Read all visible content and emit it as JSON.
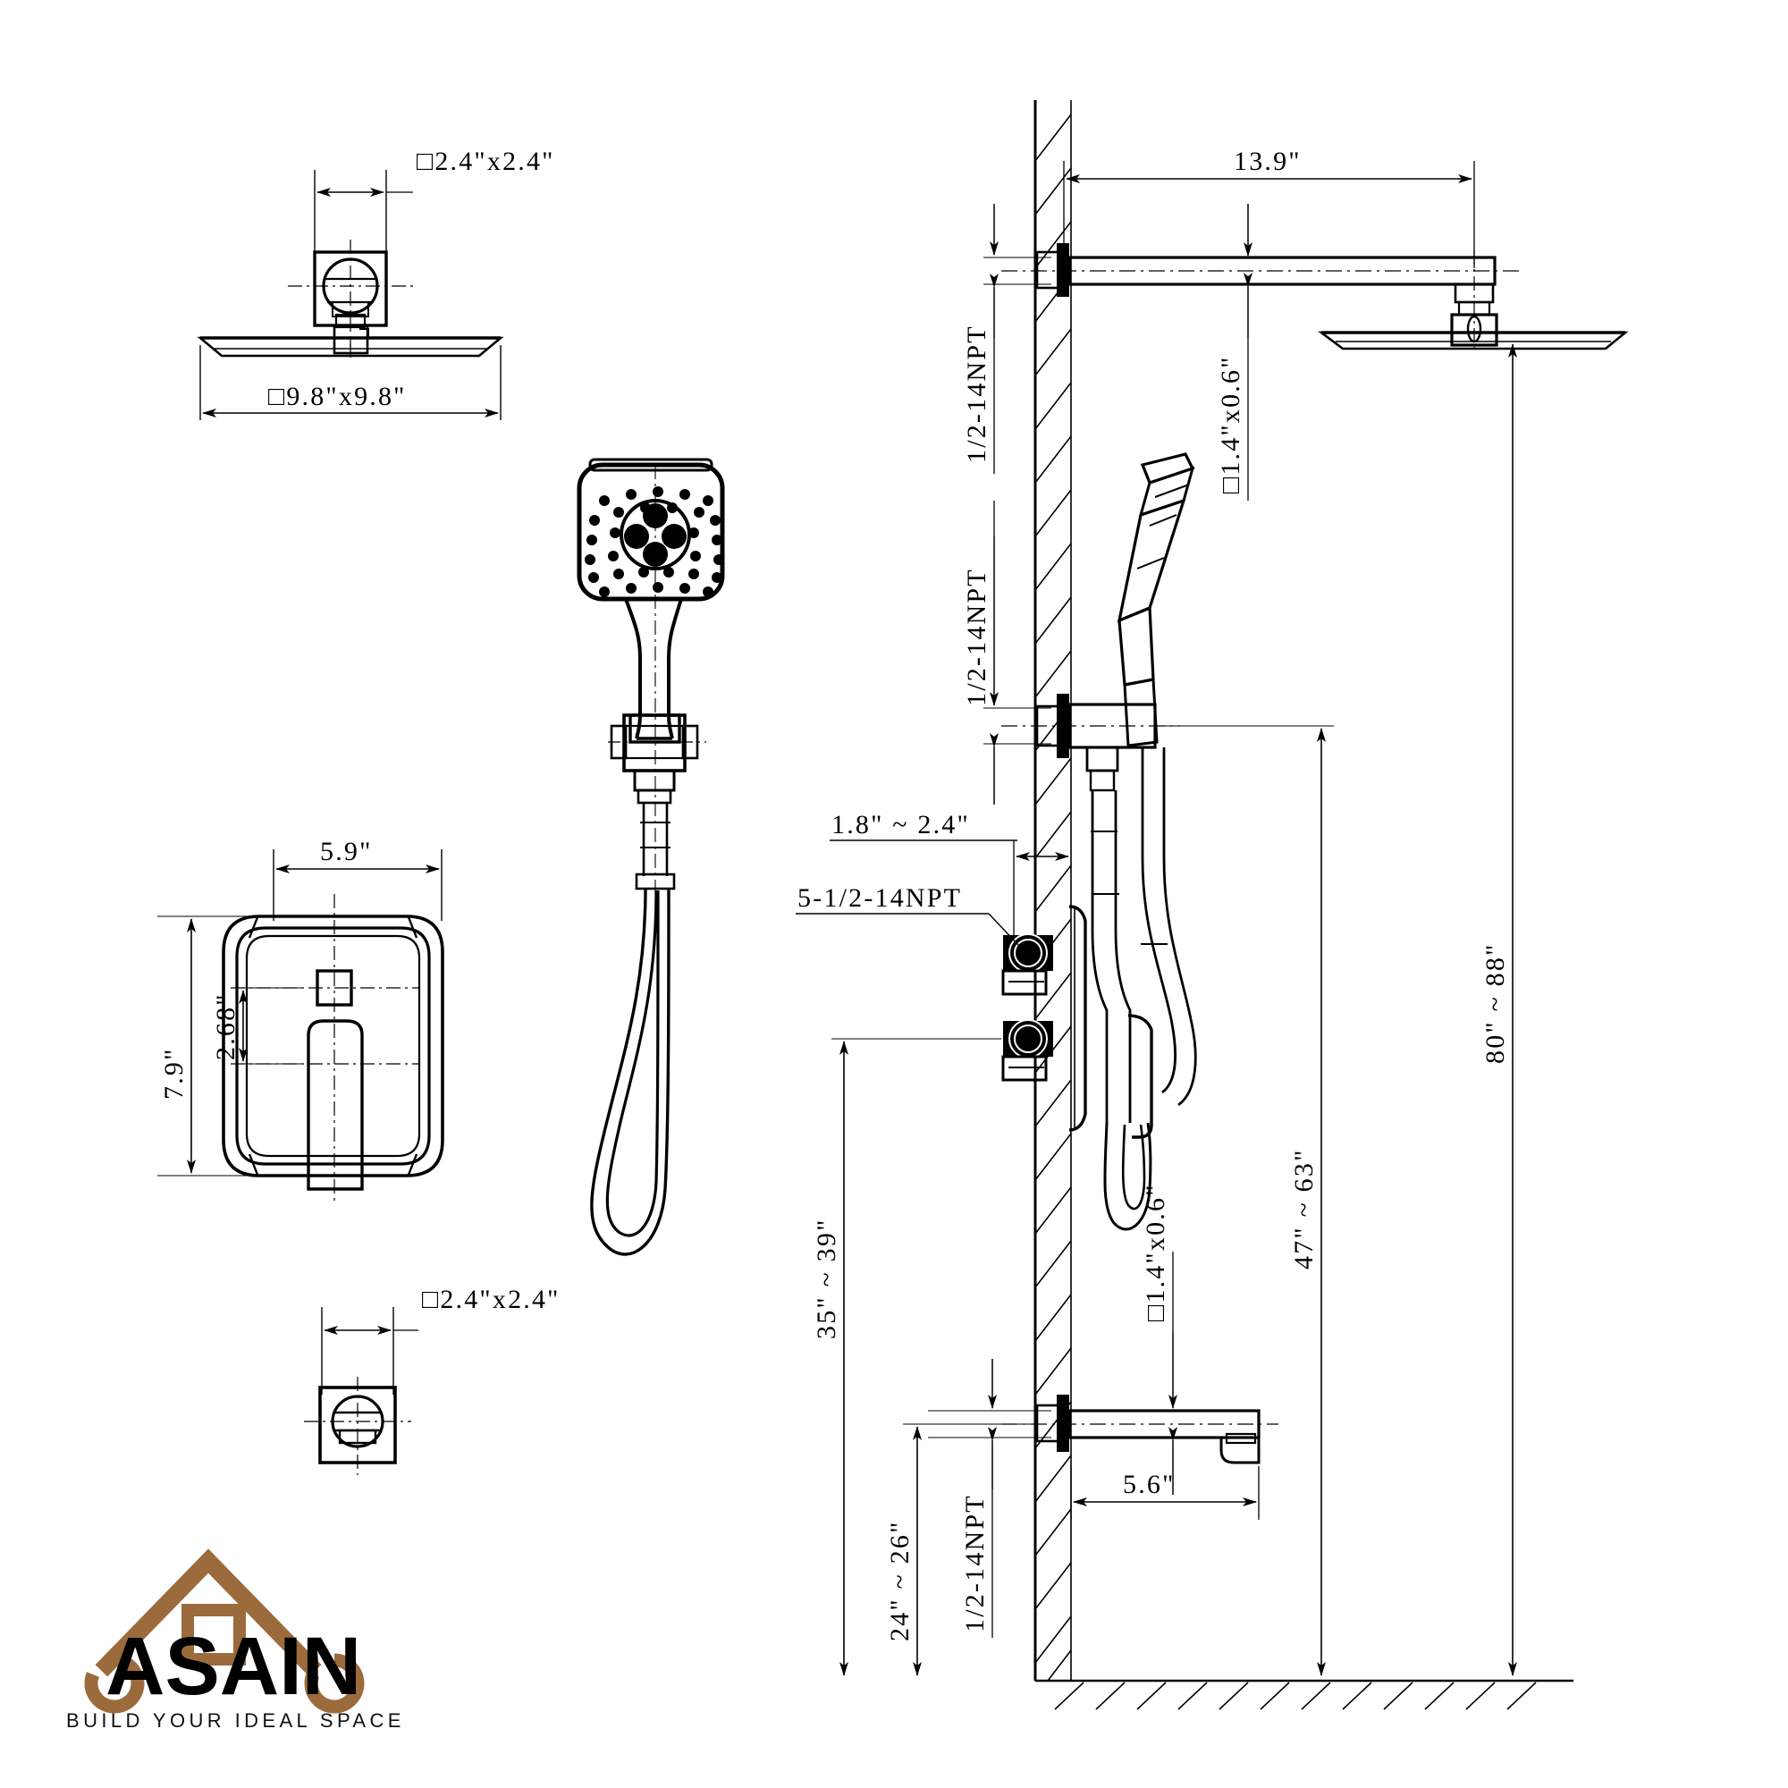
{
  "document": {
    "type": "technical-dimension-drawing",
    "subject": "Wall-mounted shower system with rain head, hand shower, valve trim and tub spout",
    "line_color": "#000000",
    "background_color": "#ffffff"
  },
  "brand": {
    "name_black": "ASAIN",
    "name_c_left": "C",
    "name_c_right": "C",
    "tagline": "BUILD YOUR IDEAL SPACE",
    "accent_color": "#9C6B3C",
    "text_color": "#000000"
  },
  "views": {
    "rain_head_front": {
      "label": "Rain shower head front view",
      "dims": [
        {
          "id": "head-mount-square",
          "text": "□2.4\"x2.4\""
        },
        {
          "id": "head-face-square",
          "text": "□9.8\"x9.8\""
        }
      ]
    },
    "hand_shower": {
      "label": "Hand shower with hose front view"
    },
    "valve_trim": {
      "label": "Pressure balance valve trim plate front view",
      "dims": [
        {
          "id": "trim-width",
          "text": "5.9\""
        },
        {
          "id": "trim-height",
          "text": "7.9\""
        },
        {
          "id": "trim-center-offset",
          "text": "2.68\""
        }
      ]
    },
    "tub_spout_front": {
      "label": "Tub spout escutcheon front view",
      "dims": [
        {
          "id": "spout-mount-square",
          "text": "□2.4\"x2.4\""
        }
      ]
    },
    "wall_elevation": {
      "label": "Wall section installation elevation",
      "dims": [
        {
          "id": "arm-projection",
          "text": "13.9\""
        },
        {
          "id": "arm-inlet-thread",
          "text": "1/2-14NPT"
        },
        {
          "id": "arm-flange-square",
          "text": "□1.4\"x0.6\""
        },
        {
          "id": "hand-shower-inlet-thread",
          "text": "1/2-14NPT"
        },
        {
          "id": "valve-depth",
          "text": "1.8\" ~ 2.4\""
        },
        {
          "id": "valve-thread",
          "text": "5-1/2-14NPT"
        },
        {
          "id": "spout-flange-square",
          "text": "□1.4\"x0.6\""
        },
        {
          "id": "spout-thread",
          "text": "1/2-14NPT"
        },
        {
          "id": "spout-projection",
          "text": "5.6\""
        },
        {
          "id": "spout-height",
          "text": "24\" ~ 26\""
        },
        {
          "id": "valve-height",
          "text": "35\" ~ 39\""
        },
        {
          "id": "slide-bar-height",
          "text": "47\" ~ 63\""
        },
        {
          "id": "rain-head-height",
          "text": "80\" ~ 88\""
        }
      ]
    }
  }
}
